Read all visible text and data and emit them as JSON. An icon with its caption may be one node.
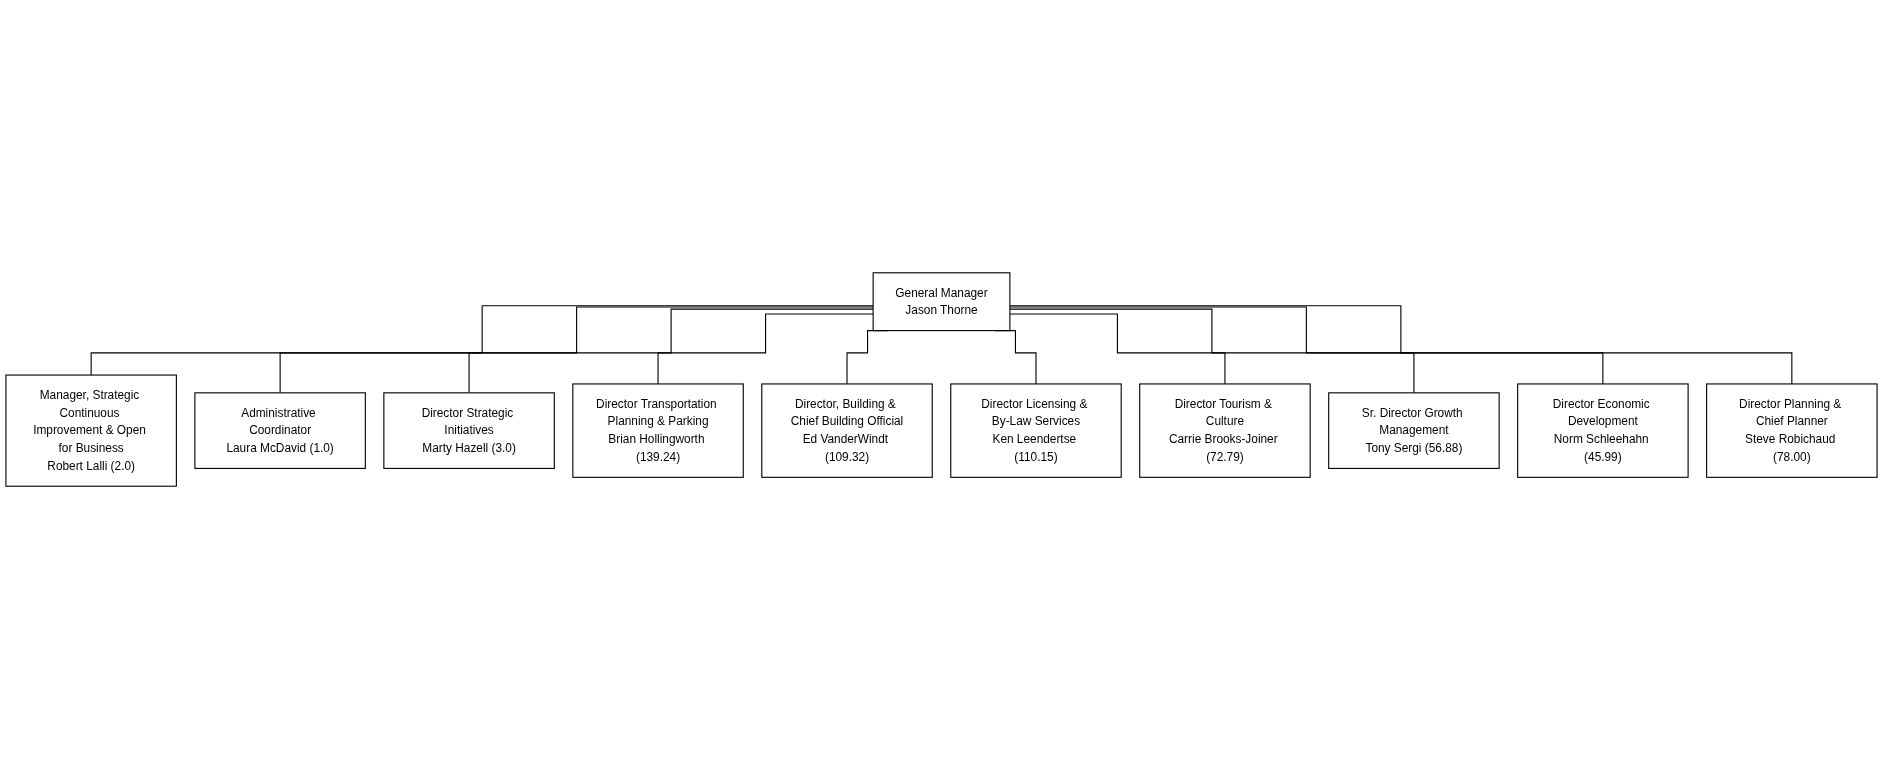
{
  "diagram": {
    "nodes": [
      {
        "text": [
          "General Manager",
          "Jason Thorne"
        ]
      },
      {
        "text": [
          "Manager, Strategic Continuous Improvement & Open for Business",
          "Robert Lalli (2.0)"
        ]
      },
      {
        "text": [
          "Administrative Coordinator",
          "Laura McDavid (1.0)"
        ]
      },
      {
        "text": [
          "Director Strategic Initiatives",
          "Marty Hazell (3.0)"
        ]
      },
      {
        "text": [
          "Director Transportation Planning & Parking",
          "Brian Hollingworth (139.24)"
        ]
      },
      {
        "text": [
          "Director, Building & Chief Building Official",
          "Ed VanderWindt (109.32)"
        ]
      },
      {
        "text": [
          "Director Licensing & By-Law Services",
          "Ken Leendertse (110.15)"
        ]
      },
      {
        "text": [
          "Director Tourism & Culture",
          "Carrie Brooks-Joiner (72.79)"
        ]
      },
      {
        "text": [
          "Sr. Director Growth Management",
          "Tony Sergi (56.88)"
        ]
      },
      {
        "text": [
          "Director Economic Development",
          "Norm Schleehahn (45.99)"
        ]
      },
      {
        "text": [
          "Director Planning & Chief Planner",
          "Steve Robichaud (78.00)"
        ]
      }
    ],
    "edges": [
      {
        "from": 0,
        "to": 1,
        "arrow": "none"
      },
      {
        "from": 0,
        "to": 2,
        "arrow": "none"
      },
      {
        "from": 0,
        "to": 3,
        "arrow": "none"
      },
      {
        "from": 0,
        "to": 4,
        "arrow": "none"
      },
      {
        "from": 0,
        "to": 5,
        "arrow": "none"
      },
      {
        "from": 0,
        "to": 6,
        "arrow": "none"
      },
      {
        "from": 0,
        "to": 7,
        "arrow": "none"
      },
      {
        "from": 0,
        "to": 8,
        "arrow": "none"
      },
      {
        "from": 0,
        "to": 9,
        "arrow": "none"
      },
      {
        "from": 0,
        "to": 10,
        "arrow": "none"
      }
    ]
  }
}
